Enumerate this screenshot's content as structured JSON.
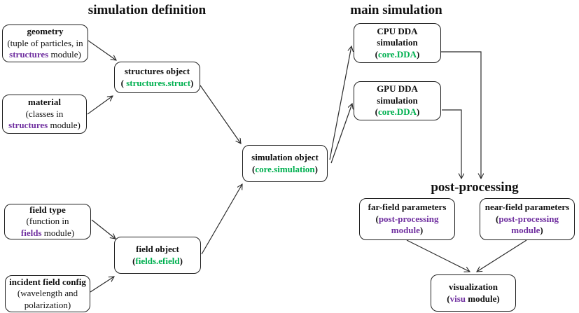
{
  "titles": {
    "simulation_definition": "simulation definition",
    "main_simulation": "main simulation",
    "post_processing": "post-processing"
  },
  "colors": {
    "purple": "#7030A0",
    "green": "#00B050",
    "line": "#2a2a2a"
  },
  "boxes": {
    "geometry": {
      "title": "geometry",
      "desc1": "(tuple of particles, in",
      "module": "structures",
      "desc2": " module)"
    },
    "material": {
      "title": "material",
      "desc1": "(classes in",
      "module": "structures",
      "desc2": " module)"
    },
    "structures_object": {
      "title": "structures object",
      "open": "( ",
      "code": "structures.struct",
      "close": ")"
    },
    "field_type": {
      "title": "field type",
      "desc1": "(function in",
      "module": "fields",
      "desc2": " module)"
    },
    "incident_field_config": {
      "title": "incident field config",
      "desc1": "(wavelength and",
      "desc2": "polarization)"
    },
    "field_object": {
      "title": "field object",
      "open": "(",
      "code": "fields.efield",
      "close": ")"
    },
    "simulation_object": {
      "title": "simulation object",
      "open": "(",
      "code": "core.simulation",
      "close": ")"
    },
    "cpu_dda": {
      "title1": "CPU DDA",
      "title2": "simulation",
      "open": "(",
      "code": "core.DDA",
      "close": ")"
    },
    "gpu_dda": {
      "title1": "GPU DDA",
      "title2": "simulation",
      "open": "(",
      "code": "core.DDA",
      "close": ")"
    },
    "far_field": {
      "title": "far-field parameters",
      "open": "(",
      "purple1": "post-processing",
      "purple2": "module",
      "close": ")"
    },
    "near_field": {
      "title": "near-field parameters",
      "open": "(",
      "purple1": "post-processing",
      "purple2": "module",
      "close": ")"
    },
    "visualization": {
      "title": "visualization",
      "open": "(",
      "module": "visu",
      "rest": " module)"
    }
  }
}
